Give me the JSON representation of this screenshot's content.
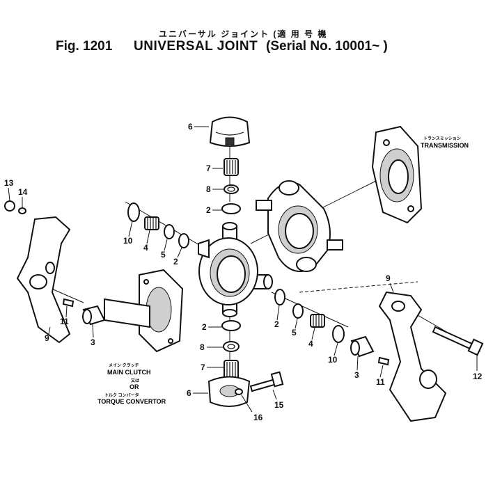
{
  "header": {
    "jp_title": "ユニバーサル ジョイント (適 用 号 機",
    "fig_number": "Fig. 1201",
    "title": "UNIVERSAL JOINT",
    "serial_text": "(Serial No. 10001~   )"
  },
  "callouts": [
    {
      "id": "p6_top",
      "text": "6"
    },
    {
      "id": "p7_top",
      "text": "7"
    },
    {
      "id": "p8_top",
      "text": "8"
    },
    {
      "id": "p2_top",
      "text": "2"
    },
    {
      "id": "p13",
      "text": "13"
    },
    {
      "id": "p14",
      "text": "14"
    },
    {
      "id": "p10_left",
      "text": "10"
    },
    {
      "id": "p4_left",
      "text": "4"
    },
    {
      "id": "p5_left",
      "text": "5"
    },
    {
      "id": "p2_left",
      "text": "2"
    },
    {
      "id": "p11_left",
      "text": "11"
    },
    {
      "id": "p3_left",
      "text": "3"
    },
    {
      "id": "p9_left",
      "text": "9"
    },
    {
      "id": "p2_mid",
      "text": "2"
    },
    {
      "id": "p8_bot",
      "text": "8"
    },
    {
      "id": "p7_bot",
      "text": "7"
    },
    {
      "id": "p6_bot",
      "text": "6"
    },
    {
      "id": "p16",
      "text": "16"
    },
    {
      "id": "p15",
      "text": "15"
    },
    {
      "id": "p2_right",
      "text": "2"
    },
    {
      "id": "p5_right",
      "text": "5"
    },
    {
      "id": "p4_right",
      "text": "4"
    },
    {
      "id": "p10_right",
      "text": "10"
    },
    {
      "id": "p3_right",
      "text": "3"
    },
    {
      "id": "p11_right",
      "text": "11"
    },
    {
      "id": "p9_right",
      "text": "9"
    },
    {
      "id": "p12",
      "text": "12"
    }
  ],
  "assembly_labels": {
    "transmission_jp": "トランスミッション",
    "transmission_en": "TRANSMISSION",
    "main_clutch_jp": "メイン クラッチ",
    "main_clutch_en": "MAIN CLUTCH",
    "or_jp": "又は",
    "or_en": "OR",
    "torque_jp": "トルク コンバータ",
    "torque_en": "TORQUE CONVERTOR"
  }
}
